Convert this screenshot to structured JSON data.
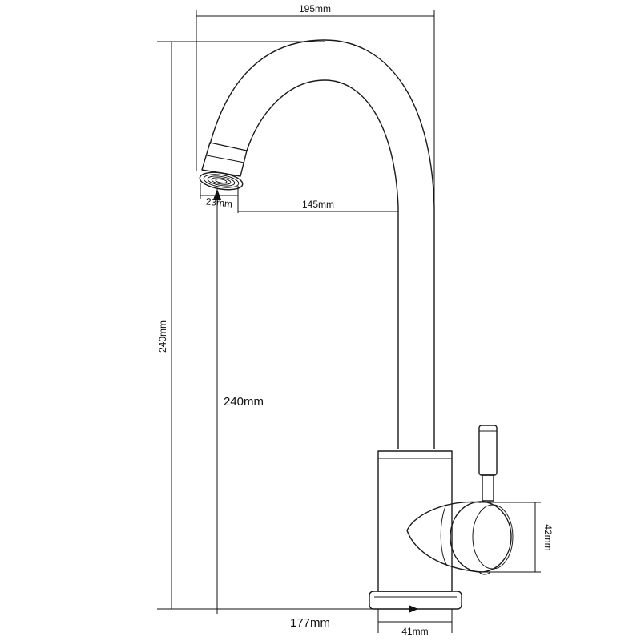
{
  "dimensions": {
    "top_width": "195mm",
    "spout_outlet": "23mm",
    "spout_reach": "145mm",
    "overall_height": "240mm",
    "spout_height": "240mm",
    "handle_diameter": "42mm",
    "total_depth": "177mm",
    "base_diameter": "41mm"
  }
}
